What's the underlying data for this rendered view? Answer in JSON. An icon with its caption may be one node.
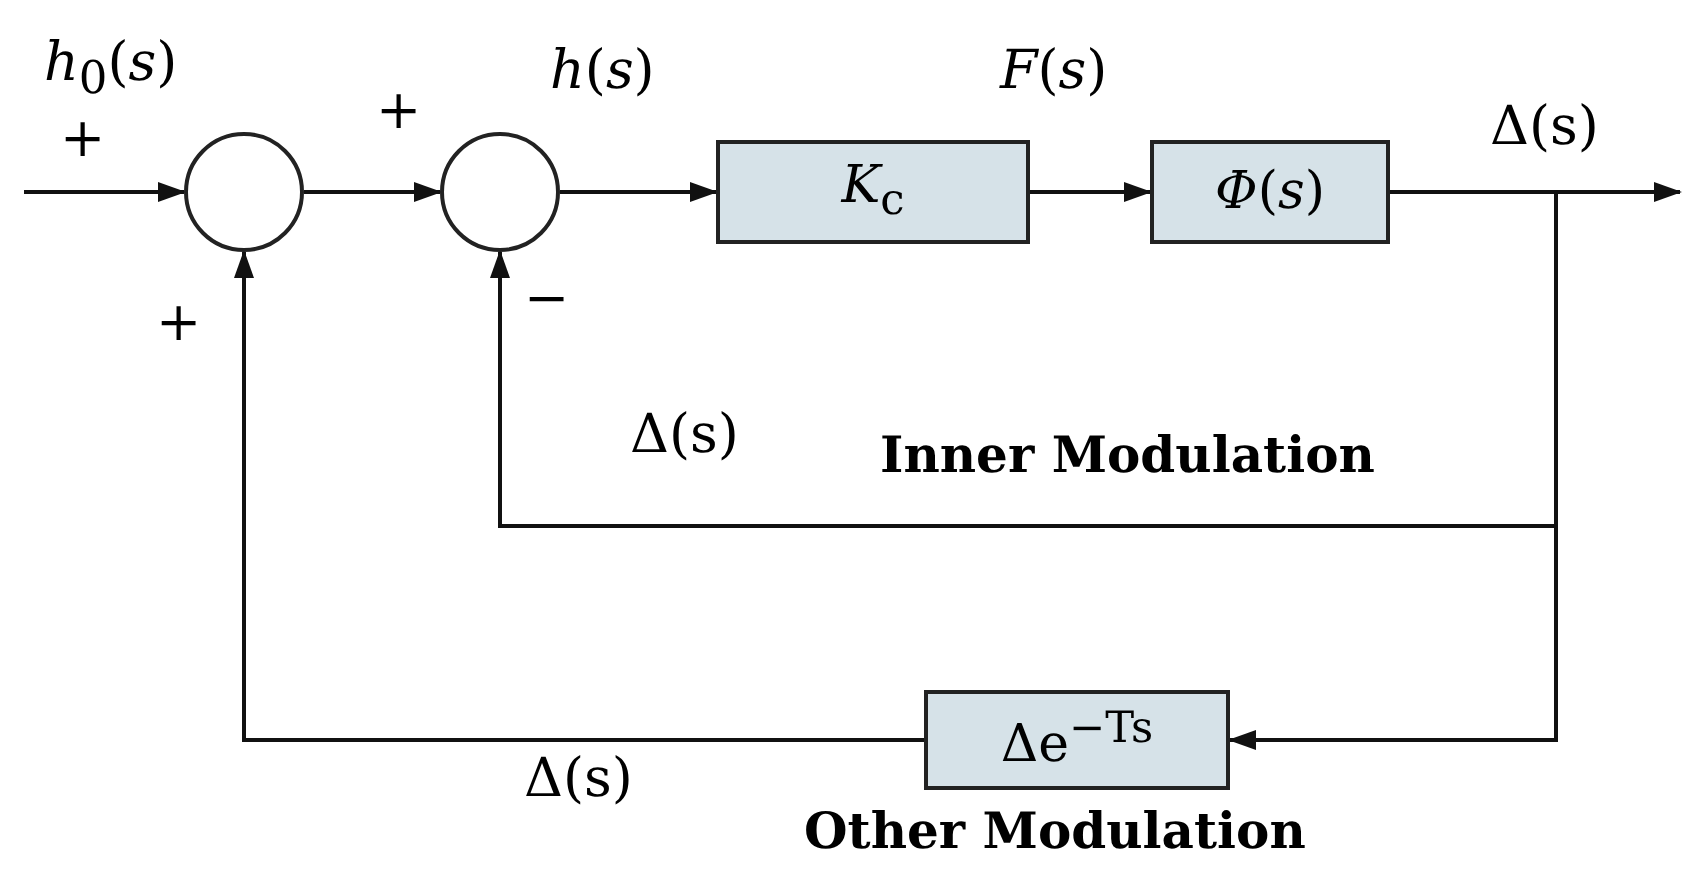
{
  "diagram": {
    "nodes": [
      {
        "text": [],
        "shape": "circle"
      },
      {
        "text": [],
        "shape": "circle"
      },
      {
        "text": [
          "*K*$_{c}$"
        ]
      },
      {
        "text": [
          "*Φ*(*s*)"
        ]
      },
      {
        "text": [
          "Δe$^{−Ts}$"
        ]
      }
    ],
    "edges": [
      {
        "from": null,
        "to": 0,
        "arrow": "to"
      },
      {
        "from": 0,
        "to": 1,
        "arrow": "to"
      },
      {
        "from": 1,
        "to": 2,
        "arrow": "to"
      },
      {
        "from": 2,
        "to": 3,
        "arrow": "to"
      },
      {
        "from": 3,
        "to": null,
        "arrow": "to"
      },
      {
        "from": 3,
        "to": 1,
        "arrow": "to"
      },
      {
        "from": 3,
        "to": 4,
        "arrow": "to"
      },
      {
        "from": 4,
        "to": 0,
        "arrow": "to"
      }
    ],
    "labels": [
      "*h*$_{0}$(*s*)",
      "+",
      "+",
      "*h*(*s*)",
      "*F*(*s*)",
      "Δ(s)",
      "+",
      "−",
      "Δ(s)",
      "Inner Modulation",
      "Δ(s)",
      "Other Modulation"
    ]
  }
}
